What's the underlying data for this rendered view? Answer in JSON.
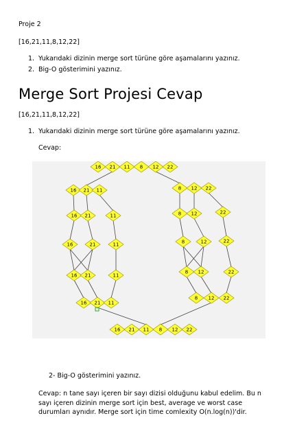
{
  "header": {
    "project_title": "Proje 2"
  },
  "question_block": {
    "array": "[16,21,11,8,12,22]",
    "items": [
      {
        "num": "1.",
        "text": "Yukarıdaki dizinin merge sort türüne göre aşamalarını yazınız."
      },
      {
        "num": "2.",
        "text": "Big-O gösterimini yazınız."
      }
    ]
  },
  "answer_section": {
    "heading": "Merge Sort Projesi Cevap",
    "array": "[16,21,11,8,12,22]",
    "item1": {
      "num": "1.",
      "text": "Yukarıdaki dizinin merge sort türüne göre aşamalarını yazınız."
    },
    "cevap_label": "Cevap:",
    "item2": {
      "num": "2-",
      "text": "Big-O gösterimini yazınız."
    },
    "answer_text": "Cevap: n tane sayı içeren bir sayı dizisi olduğunu kabul edelim. Bu n sayı içeren dizinin merge sort için best, average ve worst case durumları aynıdır. Merge sort için time comlexity O(n.log(n))'dir."
  },
  "diagram": {
    "colors": {
      "node_fill": "#ffff33",
      "node_stroke": "#999900",
      "edge": "#444444",
      "background": "#f2f2f2",
      "marker": "#33aa33"
    },
    "rows": [
      {
        "id": "top",
        "values": [
          "16",
          "21",
          "11",
          "8",
          "12",
          "22"
        ]
      },
      {
        "id": "left-split",
        "values": [
          "16",
          "21",
          "11"
        ]
      },
      {
        "id": "left-16-21",
        "values": [
          "16",
          "21"
        ]
      },
      {
        "id": "left-11-a",
        "values": [
          "11"
        ]
      },
      {
        "id": "left-16",
        "values": [
          "16"
        ]
      },
      {
        "id": "left-21",
        "values": [
          "21"
        ]
      },
      {
        "id": "left-11-b",
        "values": [
          "11"
        ]
      },
      {
        "id": "left-merge-16-21",
        "values": [
          "16",
          "21"
        ]
      },
      {
        "id": "left-11-c",
        "values": [
          "11"
        ]
      },
      {
        "id": "left-merged",
        "values": [
          "16",
          "21",
          "11"
        ]
      },
      {
        "id": "right-split",
        "values": [
          "8",
          "12",
          "22"
        ]
      },
      {
        "id": "right-8-12",
        "values": [
          "8",
          "12"
        ]
      },
      {
        "id": "right-22-a",
        "values": [
          "22"
        ]
      },
      {
        "id": "right-8",
        "values": [
          "8"
        ]
      },
      {
        "id": "right-12",
        "values": [
          "12"
        ]
      },
      {
        "id": "right-22-b",
        "values": [
          "22"
        ]
      },
      {
        "id": "right-merge-8-12",
        "values": [
          "8",
          "12"
        ]
      },
      {
        "id": "right-22-c",
        "values": [
          "22"
        ]
      },
      {
        "id": "right-merged",
        "values": [
          "8",
          "12",
          "22"
        ]
      },
      {
        "id": "bottom",
        "values": [
          "16",
          "21",
          "11",
          "8",
          "12",
          "22"
        ]
      }
    ]
  }
}
